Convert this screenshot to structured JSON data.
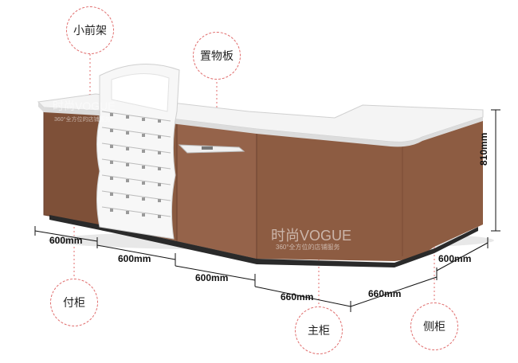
{
  "labels": {
    "small_front_rack": "小前架",
    "shelf_board": "置物板",
    "secondary_cabinet": "付柜",
    "main_cabinet": "主柜",
    "side_cabinet": "侧柜"
  },
  "dimensions": {
    "d1": "600mm",
    "d2": "600mm",
    "d3": "600mm",
    "d4": "660mm",
    "d5": "660mm",
    "d6": "600mm",
    "height": "810mm"
  },
  "watermark": {
    "brand": "时尚VOGUE",
    "tagline": "360°全方位的店铺服务"
  },
  "colors": {
    "cabinet": "#8a5a40",
    "top": "#f4f4f4",
    "callout": "#e06b6b"
  }
}
